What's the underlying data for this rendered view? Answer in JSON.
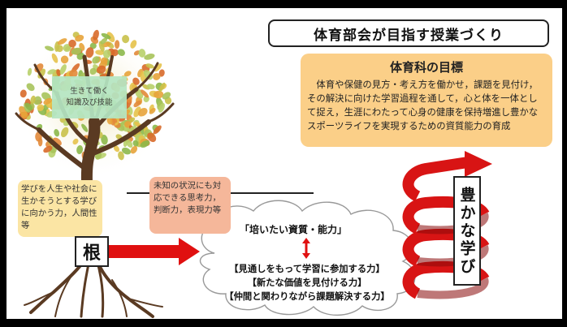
{
  "title": "体育部会が目指す授業づくり",
  "goal": {
    "heading": "体育科の目標",
    "body": "体育や保健の見方・考え方を働かせ，課題を見付け，その解決に向けた学習過程を通して，心と体を一体として捉え，生涯にわたって心身の健康を保持増進し豊かなスポーツライフを実現するための資質能力の育成"
  },
  "tree": {
    "knowledge": [
      "生きて働く",
      "知識及び技能"
    ],
    "human": "学びを人生や社会に生かそうとする学びに向かう力，人間性等",
    "thinking": "未知の状況にも対応できる思考力，判断力，表現力等",
    "root_label": "根"
  },
  "cloud": {
    "cultivate": "「培いたい資質・能力」",
    "abilities": [
      "【見通しをもって学習に参加する力】",
      "【新たな価値を見付ける力】",
      "【仲間と関わりながら課題解決する力】"
    ]
  },
  "spiral_label": "豊かな学び",
  "colors": {
    "goal_bg": "#fbcf88",
    "knowledge_bg": "#b5e6c3",
    "human_bg": "#fbe5a4",
    "thinking_bg": "#f5b79a",
    "arrow_red": "#e01010"
  }
}
